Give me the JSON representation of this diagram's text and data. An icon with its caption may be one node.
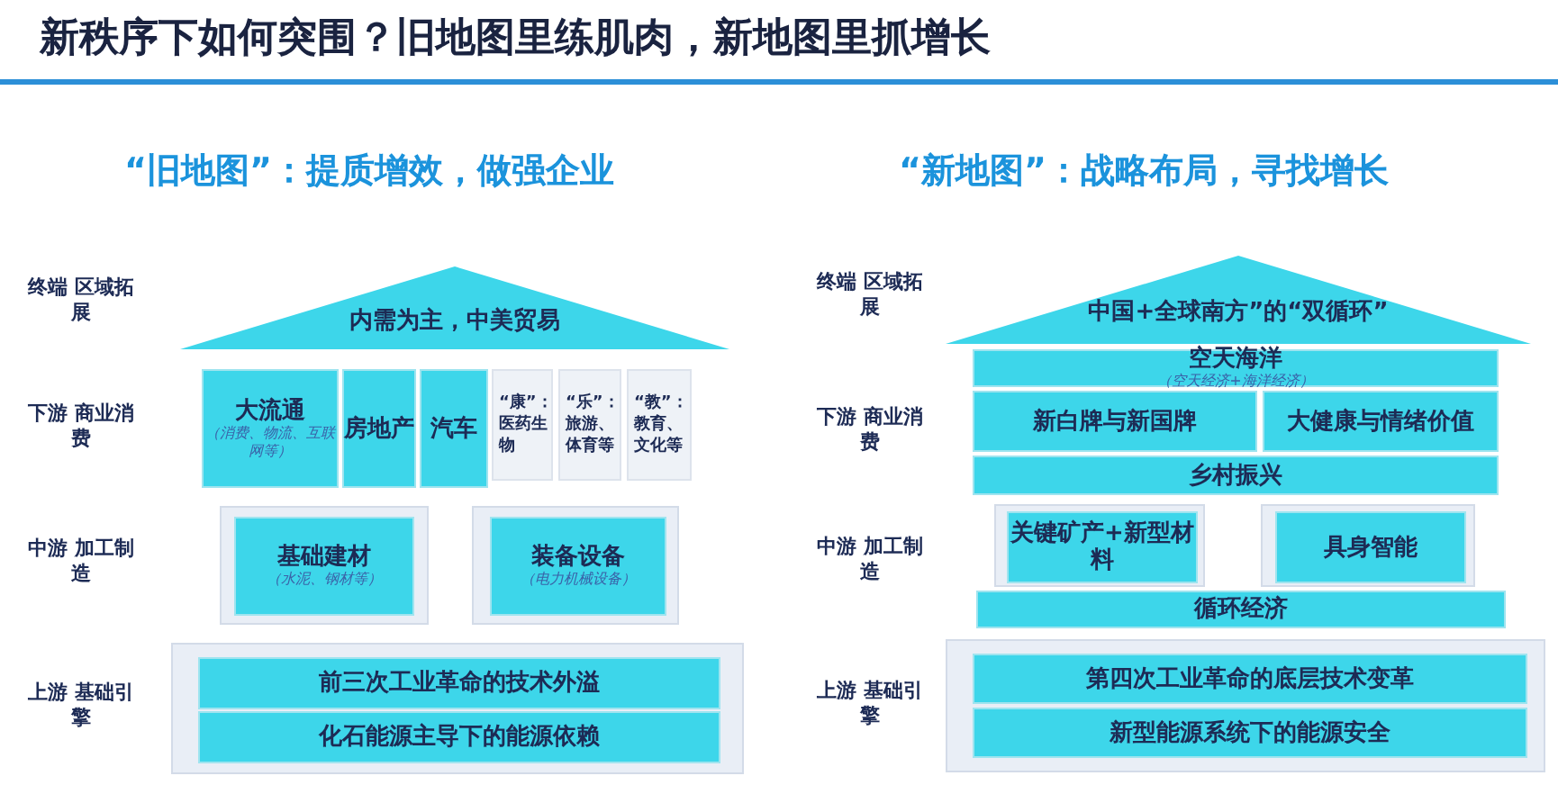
{
  "diagram": {
    "title": "新秩序下如何突围？旧地图里练肌肉，新地图里抓增长",
    "nodes": [
      {
        "text": [
          "内需为主，中美贸易"
        ]
      },
      {
        "text": [
          "大流通",
          "（消费、物流、互联网等）"
        ]
      },
      {
        "text": [
          "房地产"
        ]
      },
      {
        "text": [
          "汽车"
        ]
      },
      {
        "text": [
          "“康”：医药生物"
        ]
      },
      {
        "text": [
          "“乐”：旅游、体育等"
        ]
      },
      {
        "text": [
          "“教”：教育、文化等"
        ]
      },
      {
        "text": [
          "基础建材",
          "（水泥、钢材等）"
        ]
      },
      {
        "text": [
          "装备设备",
          "（电力机械设备）"
        ]
      },
      {
        "text": [
          "前三次工业革命的技术外溢"
        ]
      },
      {
        "text": [
          "化石能源主导下的能源依赖"
        ]
      },
      {
        "text": [
          "中国+全球南方”的“双循环”"
        ]
      },
      {
        "text": [
          "空天海洋",
          "（空天经济+海洋经济）"
        ]
      },
      {
        "text": [
          "新白牌与新国牌"
        ]
      },
      {
        "text": [
          "大健康与情绪价值"
        ]
      },
      {
        "text": [
          "乡村振兴"
        ]
      },
      {
        "text": [
          "关键矿产+新型材料"
        ]
      },
      {
        "text": [
          "具身智能"
        ]
      },
      {
        "text": [
          "循环经济"
        ]
      },
      {
        "text": [
          "第四次工业革命的底层技术变革"
        ]
      },
      {
        "text": [
          "新型能源系统下的能源安全"
        ]
      }
    ],
    "labels": [
      "“旧地图”：提质增效，做强企业",
      "“新地图”：战略布局，寻找增长",
      "终端 区域拓展",
      "下游 商业消费",
      "中游 加工制造",
      "上游 基础引擎",
      "终端 区域拓展",
      "下游 商业消费",
      "中游 加工制造",
      "上游 基础引擎"
    ]
  }
}
